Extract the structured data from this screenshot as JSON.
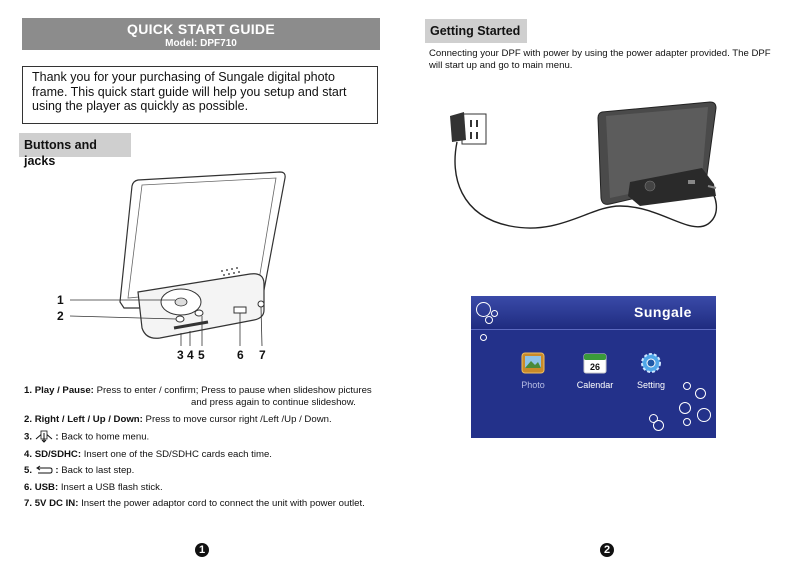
{
  "header": {
    "title": "QUICK START GUIDE",
    "model": "Model: DPF710"
  },
  "intro": {
    "text": "Thank you for your purchasing of Sungale digital photo frame. This quick start guide will help you setup and start using the player as quickly as possible."
  },
  "buttons_section": {
    "heading": "Buttons and jacks",
    "callouts": [
      "1",
      "2",
      "3",
      "4",
      "5",
      "6",
      "7"
    ]
  },
  "items": [
    {
      "num": "1.",
      "name": "Play / Pause:",
      "text": "Press to enter / confirm; Press to pause when slideshow pictures",
      "text2": "and press again to continue slideshow."
    },
    {
      "num": "2.",
      "name": "Right / Left / Up / Down:",
      "text": "Press to move cursor right /Left /Up / Down."
    },
    {
      "num": "3.",
      "name": ":",
      "text": "Back to home menu.",
      "icon": "home-key-icon"
    },
    {
      "num": "4.",
      "name": "SD/SDHC:",
      "text": "Insert one of the SD/SDHC cards each time."
    },
    {
      "num": "5.",
      "name": ":",
      "text": "Back to last step.",
      "icon": "return-key-icon"
    },
    {
      "num": "6.",
      "name": "USB:",
      "text": "Insert a USB flash stick."
    },
    {
      "num": "7.",
      "name": "5V DC IN:",
      "text": "Insert the power adaptor cord to connect the unit with power outlet."
    }
  ],
  "getting_started": {
    "heading": "Getting Started",
    "text": "Connecting your DPF with power by using the power adapter provided. The DPF will start up and go to main menu."
  },
  "screen": {
    "brand": "Sungale",
    "apps": [
      {
        "label": "Photo",
        "icon": "photo-icon"
      },
      {
        "label": "Calendar",
        "icon": "calendar-icon",
        "day": "26"
      },
      {
        "label": "Setting",
        "icon": "gear-icon"
      }
    ]
  },
  "page_numbers": {
    "left": "1",
    "right": "2"
  }
}
